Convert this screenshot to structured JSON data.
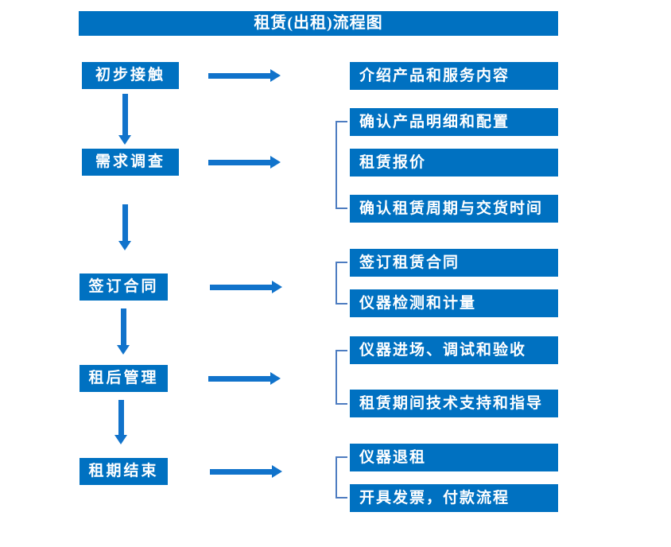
{
  "title": "租赁(出租)流程图",
  "colors": {
    "box_blue": "#0071c1",
    "arrow_blue": "#1173cb",
    "bracket_blue": "#4d7cc0",
    "text_white": "#ffffff",
    "background": "#ffffff"
  },
  "stages": [
    {
      "label": "初步接触",
      "outputs": [
        "介绍产品和服务内容"
      ]
    },
    {
      "label": "需求调查",
      "outputs": [
        "确认产品明细和配置",
        "租赁报价",
        "确认租赁周期与交货时间"
      ]
    },
    {
      "label": "签订合同",
      "outputs": [
        "签订租赁合同",
        "仪器检测和计量"
      ]
    },
    {
      "label": "租后管理",
      "outputs": [
        "仪器进场、调试和验收",
        "租赁期间技术支持和指导"
      ]
    },
    {
      "label": "租期结束",
      "outputs": [
        "仪器退租",
        "开具发票，付款流程"
      ]
    }
  ]
}
